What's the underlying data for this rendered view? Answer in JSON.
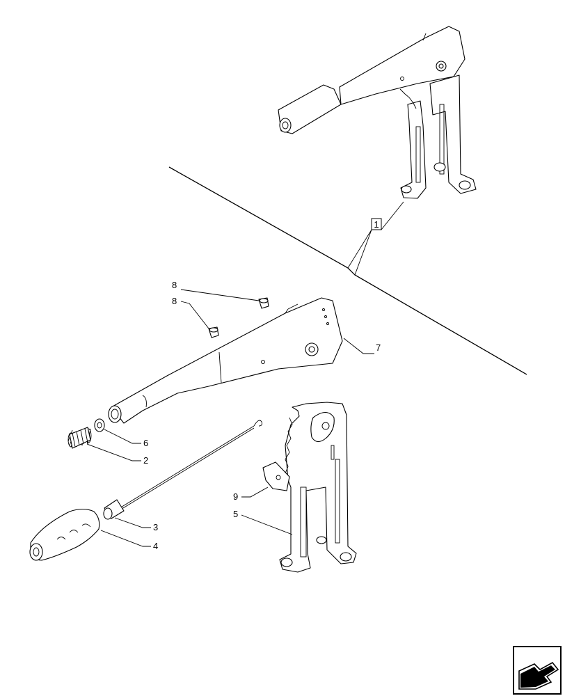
{
  "callouts": {
    "assembly": "1",
    "spring": "2",
    "sleeve": "3",
    "knob": "4",
    "bracket": "5",
    "washer": "6",
    "lever": "7",
    "fitting_upper": "8",
    "fitting_lower": "8",
    "plate": "9"
  },
  "icons": {
    "navigation": "arrow-next-page-icon"
  }
}
